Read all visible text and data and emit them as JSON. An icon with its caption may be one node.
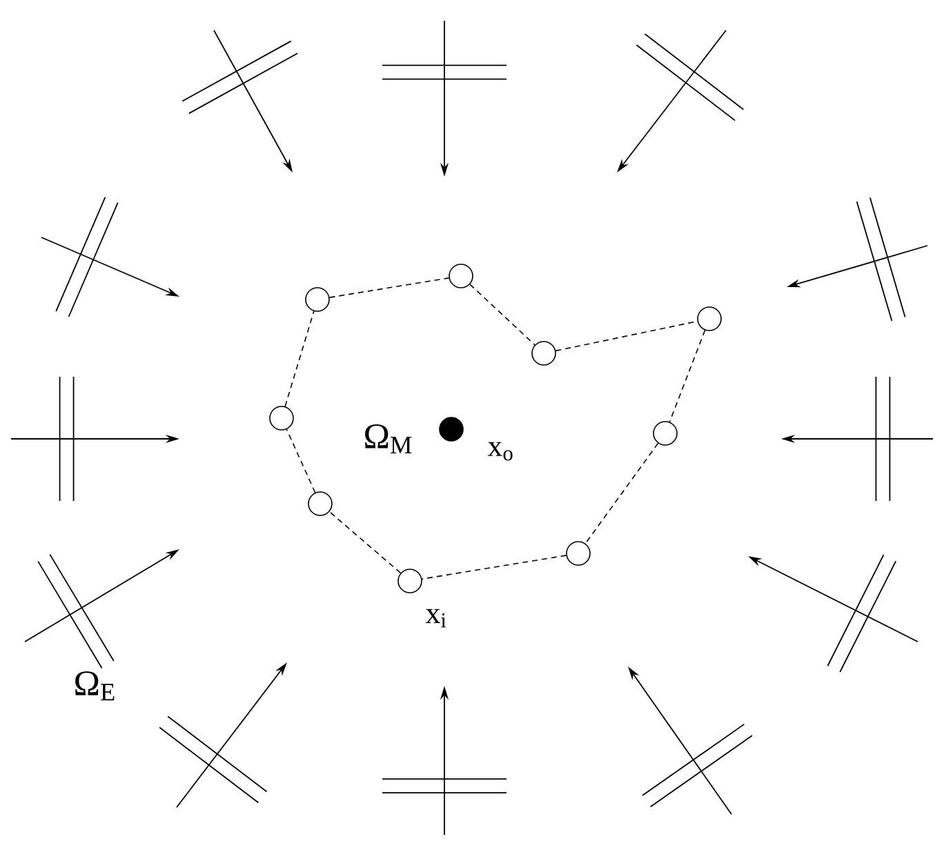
{
  "diagram": {
    "nodes": [
      {
        "text": [],
        "shape": "circle"
      },
      {
        "text": [],
        "shape": "circle"
      },
      {
        "text": [],
        "shape": "circle"
      },
      {
        "text": [],
        "shape": "circle"
      },
      {
        "text": [],
        "shape": "circle"
      },
      {
        "text": [],
        "shape": "circle"
      },
      {
        "text": [],
        "shape": "circle",
        "beside": [
          "x$_{i}$"
        ]
      },
      {
        "text": [],
        "shape": "circle"
      },
      {
        "text": [],
        "shape": "circle"
      },
      {
        "text": [],
        "shape": "circle",
        "beside": [
          "x$_{o}$"
        ]
      }
    ],
    "edges": [
      {
        "from": 0,
        "to": 1,
        "arrow": "none",
        "style": "dashed"
      },
      {
        "from": 1,
        "to": 2,
        "arrow": "none",
        "style": "dashed"
      },
      {
        "from": 2,
        "to": 3,
        "arrow": "none",
        "style": "dashed"
      },
      {
        "from": 3,
        "to": 4,
        "arrow": "none",
        "style": "dashed"
      },
      {
        "from": 4,
        "to": 5,
        "arrow": "none",
        "style": "dashed"
      },
      {
        "from": 5,
        "to": 6,
        "arrow": "none",
        "style": "dashed"
      },
      {
        "from": 6,
        "to": 7,
        "arrow": "none",
        "style": "dashed"
      },
      {
        "from": 7,
        "to": 8,
        "arrow": "none",
        "style": "dashed"
      },
      {
        "from": 8,
        "to": 0,
        "arrow": "none",
        "style": "dashed"
      }
    ],
    "labels": [
      "Ω$_{M}$",
      "Ω$_{E}$"
    ]
  }
}
